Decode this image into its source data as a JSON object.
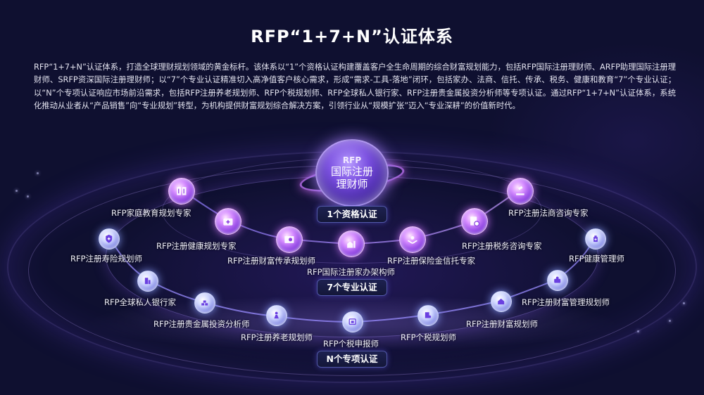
{
  "header": {
    "title": "RFP“1+7+N”认证体系"
  },
  "intro": {
    "text": "RFP“1+7+N”认证体系，打造全球理财规划领域的黄金标杆。该体系以“1”个资格认证构建覆盖客户全生命周期的综合财富规划能力，包括RFP国际注册理财师、ARFP助理国际注册理财师、SRFP资深国际注册理财师；以“7”个专业认证精准切入高净值客户核心需求，形成“需求-工具-落地”闭环，包括家办、法商、信托、传承、税务、健康和教育“7”个专业认证；以“N”个专项认证响应市场前沿需求，包括RFP注册养老规划师、RFP个税规划师、RFP全球私人银行家、RFP注册贵金属投资分析师等专项认证。通过RFP“1+7+N”认证体系，系统化推动从业者从“产品销售”向“专业规划”转型，为机构提供财富规划综合解决方案，引领行业从“规模扩张”迈入“专业深耕”的价值新时代。"
  },
  "core": {
    "line1": "RFP",
    "line2": "国际注册",
    "line3": "理财师"
  },
  "badges": {
    "qualification": "1个资格认证",
    "professional": "7个专业认证",
    "special": "N个专项认证"
  },
  "professional_certs": [
    {
      "label": "RFP家庭教育规划专家",
      "icon": "book-icon"
    },
    {
      "label": "RFP注册健康规划专家",
      "icon": "medical-kit-icon"
    },
    {
      "label": "RFP注册财富传承规划师",
      "icon": "certificate-icon"
    },
    {
      "label": "RFP国际注册家办架构师",
      "icon": "family-office-icon"
    },
    {
      "label": "RFP注册保险金信托专家",
      "icon": "hands-trust-icon"
    },
    {
      "label": "RFP注册税务咨询专家",
      "icon": "tax-document-icon"
    },
    {
      "label": "RFP注册法商咨询专家",
      "icon": "gavel-icon"
    }
  ],
  "special_certs": [
    {
      "label": "RFP注册寿险规划师",
      "icon": "shield-icon"
    },
    {
      "label": "RFP全球私人银行家",
      "icon": "bank-building-icon"
    },
    {
      "label": "RFP注册贵金属投资分析师",
      "icon": "gold-bars-icon"
    },
    {
      "label": "RFP注册养老规划师",
      "icon": "elderly-care-icon"
    },
    {
      "label": "RFP个税申报师",
      "icon": "tax-declaration-icon"
    },
    {
      "label": "RFP个税规划师",
      "icon": "tax-plan-icon"
    },
    {
      "label": "RFP注册财富规划师",
      "icon": "wealth-house-icon"
    },
    {
      "label": "RFP注册财富管理规划师",
      "icon": "wealth-management-icon"
    },
    {
      "label": "RFP健康管理师",
      "icon": "health-bottle-icon"
    }
  ],
  "colors": {
    "background": "#0f1030",
    "orb_purple": "#a04fe8",
    "orb_blue": "#8b92e8",
    "badge_bg": "#181b45",
    "badge_border": "#6e78dc"
  }
}
